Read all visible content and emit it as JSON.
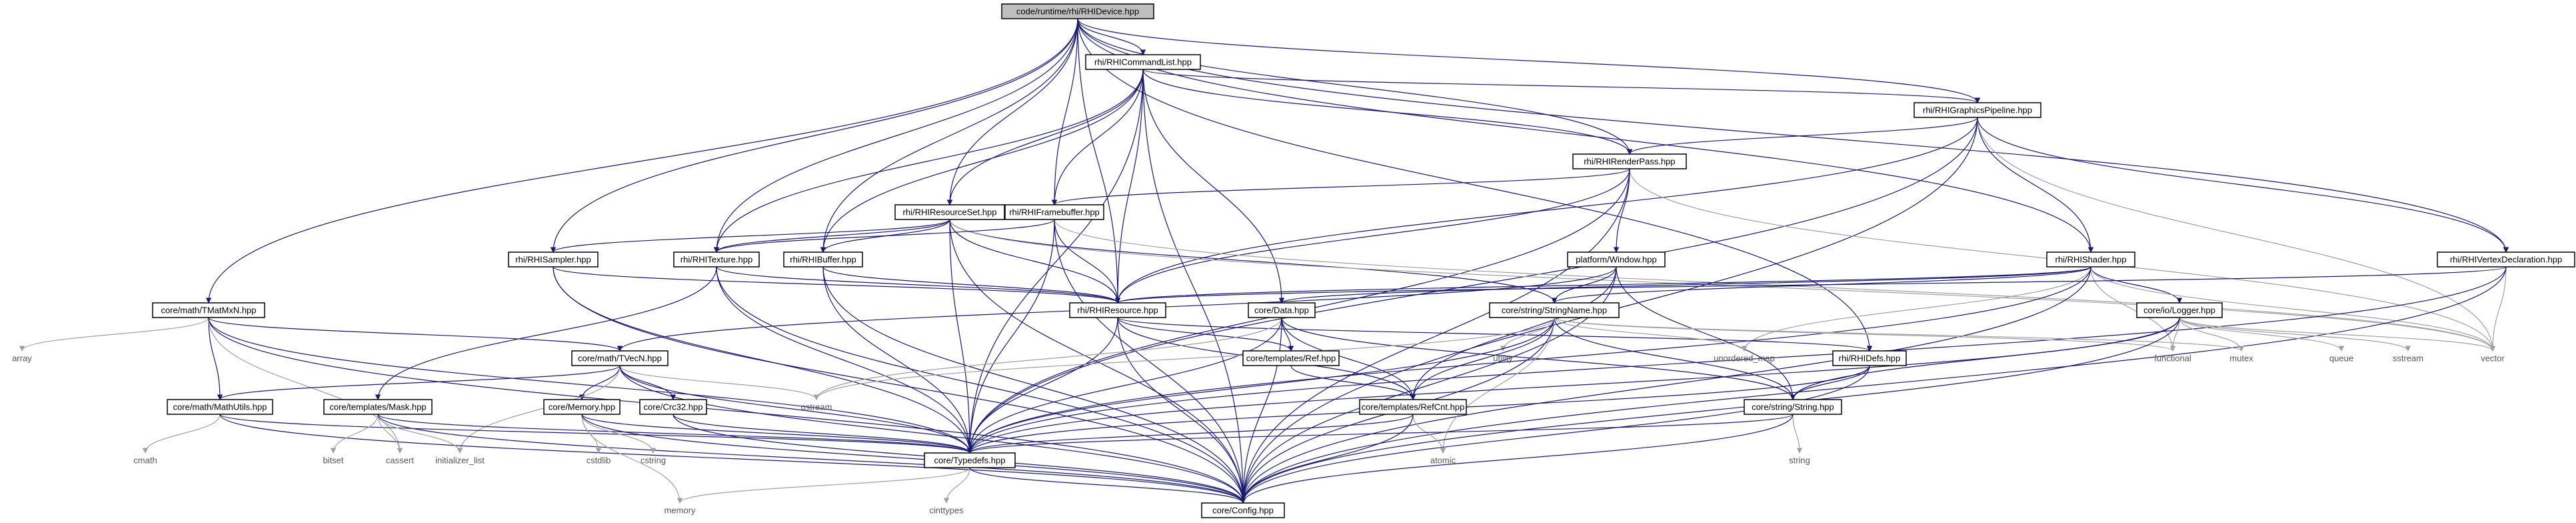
{
  "diagram": {
    "title": "code/runtime/rhi/RHIDevice.hpp",
    "colors": {
      "root_fill": "#bfbfbf",
      "node_fill": "#ffffff",
      "edge": "#191970",
      "system_text": "#555555"
    },
    "nodes": [
      {
        "id": "device",
        "label": "code/runtime/rhi/RHIDevice.hpp",
        "kind": "root"
      },
      {
        "id": "cmdlist",
        "label": "rhi/RHICommandList.hpp",
        "kind": "local"
      },
      {
        "id": "gpipe",
        "label": "rhi/RHIGraphicsPipeline.hpp",
        "kind": "local"
      },
      {
        "id": "rpass",
        "label": "rhi/RHIRenderPass.hpp",
        "kind": "local"
      },
      {
        "id": "rset",
        "label": "rhi/RHIResourceSet.hpp",
        "kind": "local"
      },
      {
        "id": "fbuf",
        "label": "rhi/RHIFramebuffer.hpp",
        "kind": "local"
      },
      {
        "id": "sampler",
        "label": "rhi/RHISampler.hpp",
        "kind": "local"
      },
      {
        "id": "texture",
        "label": "rhi/RHITexture.hpp",
        "kind": "local"
      },
      {
        "id": "buffer",
        "label": "rhi/RHIBuffer.hpp",
        "kind": "local"
      },
      {
        "id": "window",
        "label": "platform/Window.hpp",
        "kind": "local"
      },
      {
        "id": "shader",
        "label": "rhi/RHIShader.hpp",
        "kind": "local"
      },
      {
        "id": "vdecl",
        "label": "rhi/RHIVertexDeclaration.hpp",
        "kind": "local"
      },
      {
        "id": "tmatmxn",
        "label": "core/math/TMatMxN.hpp",
        "kind": "local"
      },
      {
        "id": "resource",
        "label": "rhi/RHIResource.hpp",
        "kind": "local"
      },
      {
        "id": "data",
        "label": "core/Data.hpp",
        "kind": "local"
      },
      {
        "id": "strname",
        "label": "core/string/StringName.hpp",
        "kind": "local"
      },
      {
        "id": "logger",
        "label": "core/io/Logger.hpp",
        "kind": "local"
      },
      {
        "id": "array",
        "label": "array",
        "kind": "ext"
      },
      {
        "id": "tvecn",
        "label": "core/math/TVecN.hpp",
        "kind": "local"
      },
      {
        "id": "ref",
        "label": "core/templates/Ref.hpp",
        "kind": "local"
      },
      {
        "id": "rhidefs",
        "label": "rhi/RHIDefs.hpp",
        "kind": "local"
      },
      {
        "id": "functional",
        "label": "functional",
        "kind": "ext"
      },
      {
        "id": "mutex",
        "label": "mutex",
        "kind": "ext"
      },
      {
        "id": "queue",
        "label": "queue",
        "kind": "ext"
      },
      {
        "id": "sstream",
        "label": "sstream",
        "kind": "ext"
      },
      {
        "id": "vector",
        "label": "vector",
        "kind": "ext"
      },
      {
        "id": "utility",
        "label": "utility",
        "kind": "ext"
      },
      {
        "id": "umap",
        "label": "unordered_map",
        "kind": "ext"
      },
      {
        "id": "mathutils",
        "label": "core/math/MathUtils.hpp",
        "kind": "local"
      },
      {
        "id": "mask",
        "label": "core/templates/Mask.hpp",
        "kind": "local"
      },
      {
        "id": "memoryh",
        "label": "core/Memory.hpp",
        "kind": "local"
      },
      {
        "id": "crc32",
        "label": "core/Crc32.hpp",
        "kind": "local"
      },
      {
        "id": "ostream",
        "label": "ostream",
        "kind": "ext"
      },
      {
        "id": "refcnt",
        "label": "core/templates/RefCnt.hpp",
        "kind": "local"
      },
      {
        "id": "string",
        "label": "core/string/String.hpp",
        "kind": "local"
      },
      {
        "id": "cmath",
        "label": "cmath",
        "kind": "ext"
      },
      {
        "id": "bitset",
        "label": "bitset",
        "kind": "ext"
      },
      {
        "id": "cassert",
        "label": "cassert",
        "kind": "ext"
      },
      {
        "id": "initlist",
        "label": "initializer_list",
        "kind": "ext"
      },
      {
        "id": "cstdlib",
        "label": "cstdlib",
        "kind": "ext"
      },
      {
        "id": "cstring",
        "label": "cstring",
        "kind": "ext"
      },
      {
        "id": "typedefs",
        "label": "core/Typedefs.hpp",
        "kind": "local"
      },
      {
        "id": "atomic",
        "label": "atomic",
        "kind": "ext"
      },
      {
        "id": "stdstring",
        "label": "string",
        "kind": "ext"
      },
      {
        "id": "memory",
        "label": "memory",
        "kind": "ext"
      },
      {
        "id": "cstdint",
        "label": "cinttypes",
        "kind": "ext"
      },
      {
        "id": "config",
        "label": "core/Config.hpp",
        "kind": "local"
      }
    ],
    "edges": [
      [
        "device",
        "cmdlist"
      ],
      [
        "device",
        "gpipe"
      ],
      [
        "device",
        "rpass"
      ],
      [
        "device",
        "rset"
      ],
      [
        "device",
        "fbuf"
      ],
      [
        "device",
        "sampler"
      ],
      [
        "device",
        "texture"
      ],
      [
        "device",
        "buffer"
      ],
      [
        "device",
        "shader"
      ],
      [
        "device",
        "vdecl"
      ],
      [
        "device",
        "tmatmxn"
      ],
      [
        "device",
        "resource"
      ],
      [
        "device",
        "rhidefs"
      ],
      [
        "cmdlist",
        "gpipe"
      ],
      [
        "cmdlist",
        "rpass"
      ],
      [
        "cmdlist",
        "rset"
      ],
      [
        "cmdlist",
        "fbuf"
      ],
      [
        "cmdlist",
        "texture"
      ],
      [
        "cmdlist",
        "buffer"
      ],
      [
        "cmdlist",
        "resource"
      ],
      [
        "cmdlist",
        "data"
      ],
      [
        "cmdlist",
        "typedefs"
      ],
      [
        "cmdlist",
        "config"
      ],
      [
        "gpipe",
        "rpass"
      ],
      [
        "gpipe",
        "shader"
      ],
      [
        "gpipe",
        "vdecl"
      ],
      [
        "gpipe",
        "resource"
      ],
      [
        "gpipe",
        "vector"
      ],
      [
        "gpipe",
        "typedefs"
      ],
      [
        "gpipe",
        "config"
      ],
      [
        "rpass",
        "fbuf"
      ],
      [
        "rpass",
        "window"
      ],
      [
        "rpass",
        "resource"
      ],
      [
        "rpass",
        "vector"
      ],
      [
        "rpass",
        "typedefs"
      ],
      [
        "rpass",
        "config"
      ],
      [
        "rset",
        "sampler"
      ],
      [
        "rset",
        "texture"
      ],
      [
        "rset",
        "buffer"
      ],
      [
        "rset",
        "resource"
      ],
      [
        "rset",
        "strname"
      ],
      [
        "rset",
        "vector"
      ],
      [
        "rset",
        "typedefs"
      ],
      [
        "rset",
        "config"
      ],
      [
        "fbuf",
        "texture"
      ],
      [
        "fbuf",
        "resource"
      ],
      [
        "fbuf",
        "vector"
      ],
      [
        "fbuf",
        "typedefs"
      ],
      [
        "fbuf",
        "config"
      ],
      [
        "sampler",
        "resource"
      ],
      [
        "sampler",
        "typedefs"
      ],
      [
        "sampler",
        "config"
      ],
      [
        "texture",
        "resource"
      ],
      [
        "texture",
        "mask"
      ],
      [
        "texture",
        "typedefs"
      ],
      [
        "texture",
        "config"
      ],
      [
        "buffer",
        "resource"
      ],
      [
        "buffer",
        "typedefs"
      ],
      [
        "buffer",
        "config"
      ],
      [
        "window",
        "strname"
      ],
      [
        "window",
        "tvecn"
      ],
      [
        "window",
        "refcnt"
      ],
      [
        "window",
        "string"
      ],
      [
        "window",
        "config"
      ],
      [
        "shader",
        "resource"
      ],
      [
        "shader",
        "data"
      ],
      [
        "shader",
        "strname"
      ],
      [
        "shader",
        "logger"
      ],
      [
        "shader",
        "functional"
      ],
      [
        "shader",
        "vector"
      ],
      [
        "shader",
        "umap"
      ],
      [
        "shader",
        "typedefs"
      ],
      [
        "shader",
        "config"
      ],
      [
        "vdecl",
        "resource"
      ],
      [
        "vdecl",
        "vector"
      ],
      [
        "vdecl",
        "typedefs"
      ],
      [
        "vdecl",
        "config"
      ],
      [
        "tmatmxn",
        "array"
      ],
      [
        "tmatmxn",
        "tvecn"
      ],
      [
        "tmatmxn",
        "mathutils"
      ],
      [
        "tmatmxn",
        "cassert"
      ],
      [
        "tmatmxn",
        "typedefs"
      ],
      [
        "tmatmxn",
        "config"
      ],
      [
        "resource",
        "ref"
      ],
      [
        "resource",
        "refcnt"
      ],
      [
        "resource",
        "rhidefs"
      ],
      [
        "resource",
        "typedefs"
      ],
      [
        "resource",
        "config"
      ],
      [
        "data",
        "ref"
      ],
      [
        "data",
        "refcnt"
      ],
      [
        "data",
        "string"
      ],
      [
        "data",
        "ostream"
      ],
      [
        "data",
        "typedefs"
      ],
      [
        "data",
        "config"
      ],
      [
        "strname",
        "string"
      ],
      [
        "strname",
        "refcnt"
      ],
      [
        "strname",
        "utility"
      ],
      [
        "strname",
        "umap"
      ],
      [
        "strname",
        "functional"
      ],
      [
        "strname",
        "mutex"
      ],
      [
        "strname",
        "typedefs"
      ],
      [
        "strname",
        "config"
      ],
      [
        "strname",
        "ostream"
      ],
      [
        "strname",
        "atomic"
      ],
      [
        "logger",
        "string"
      ],
      [
        "logger",
        "queue"
      ],
      [
        "logger",
        "sstream"
      ],
      [
        "logger",
        "vector"
      ],
      [
        "logger",
        "mutex"
      ],
      [
        "logger",
        "functional"
      ],
      [
        "logger",
        "typedefs"
      ],
      [
        "logger",
        "config"
      ],
      [
        "tvecn",
        "mathutils"
      ],
      [
        "tvecn",
        "memoryh"
      ],
      [
        "tvecn",
        "crc32"
      ],
      [
        "tvecn",
        "ostream"
      ],
      [
        "tvecn",
        "initlist"
      ],
      [
        "tvecn",
        "typedefs"
      ],
      [
        "tvecn",
        "config"
      ],
      [
        "ref",
        "refcnt"
      ],
      [
        "rhidefs",
        "string"
      ],
      [
        "rhidefs",
        "typedefs"
      ],
      [
        "rhidefs",
        "config"
      ],
      [
        "mathutils",
        "cmath"
      ],
      [
        "mathutils",
        "typedefs"
      ],
      [
        "mathutils",
        "config"
      ],
      [
        "mask",
        "bitset"
      ],
      [
        "mask",
        "cassert"
      ],
      [
        "mask",
        "initlist"
      ],
      [
        "mask",
        "typedefs"
      ],
      [
        "mask",
        "config"
      ],
      [
        "memoryh",
        "cstdlib"
      ],
      [
        "memoryh",
        "cstring"
      ],
      [
        "memoryh",
        "memory"
      ],
      [
        "memoryh",
        "typedefs"
      ],
      [
        "memoryh",
        "config"
      ],
      [
        "crc32",
        "typedefs"
      ],
      [
        "crc32",
        "config"
      ],
      [
        "refcnt",
        "atomic"
      ],
      [
        "refcnt",
        "typedefs"
      ],
      [
        "refcnt",
        "config"
      ],
      [
        "string",
        "stdstring"
      ],
      [
        "string",
        "typedefs"
      ],
      [
        "string",
        "config"
      ],
      [
        "typedefs",
        "memory"
      ],
      [
        "typedefs",
        "cstdint"
      ],
      [
        "typedefs",
        "config"
      ]
    ]
  }
}
